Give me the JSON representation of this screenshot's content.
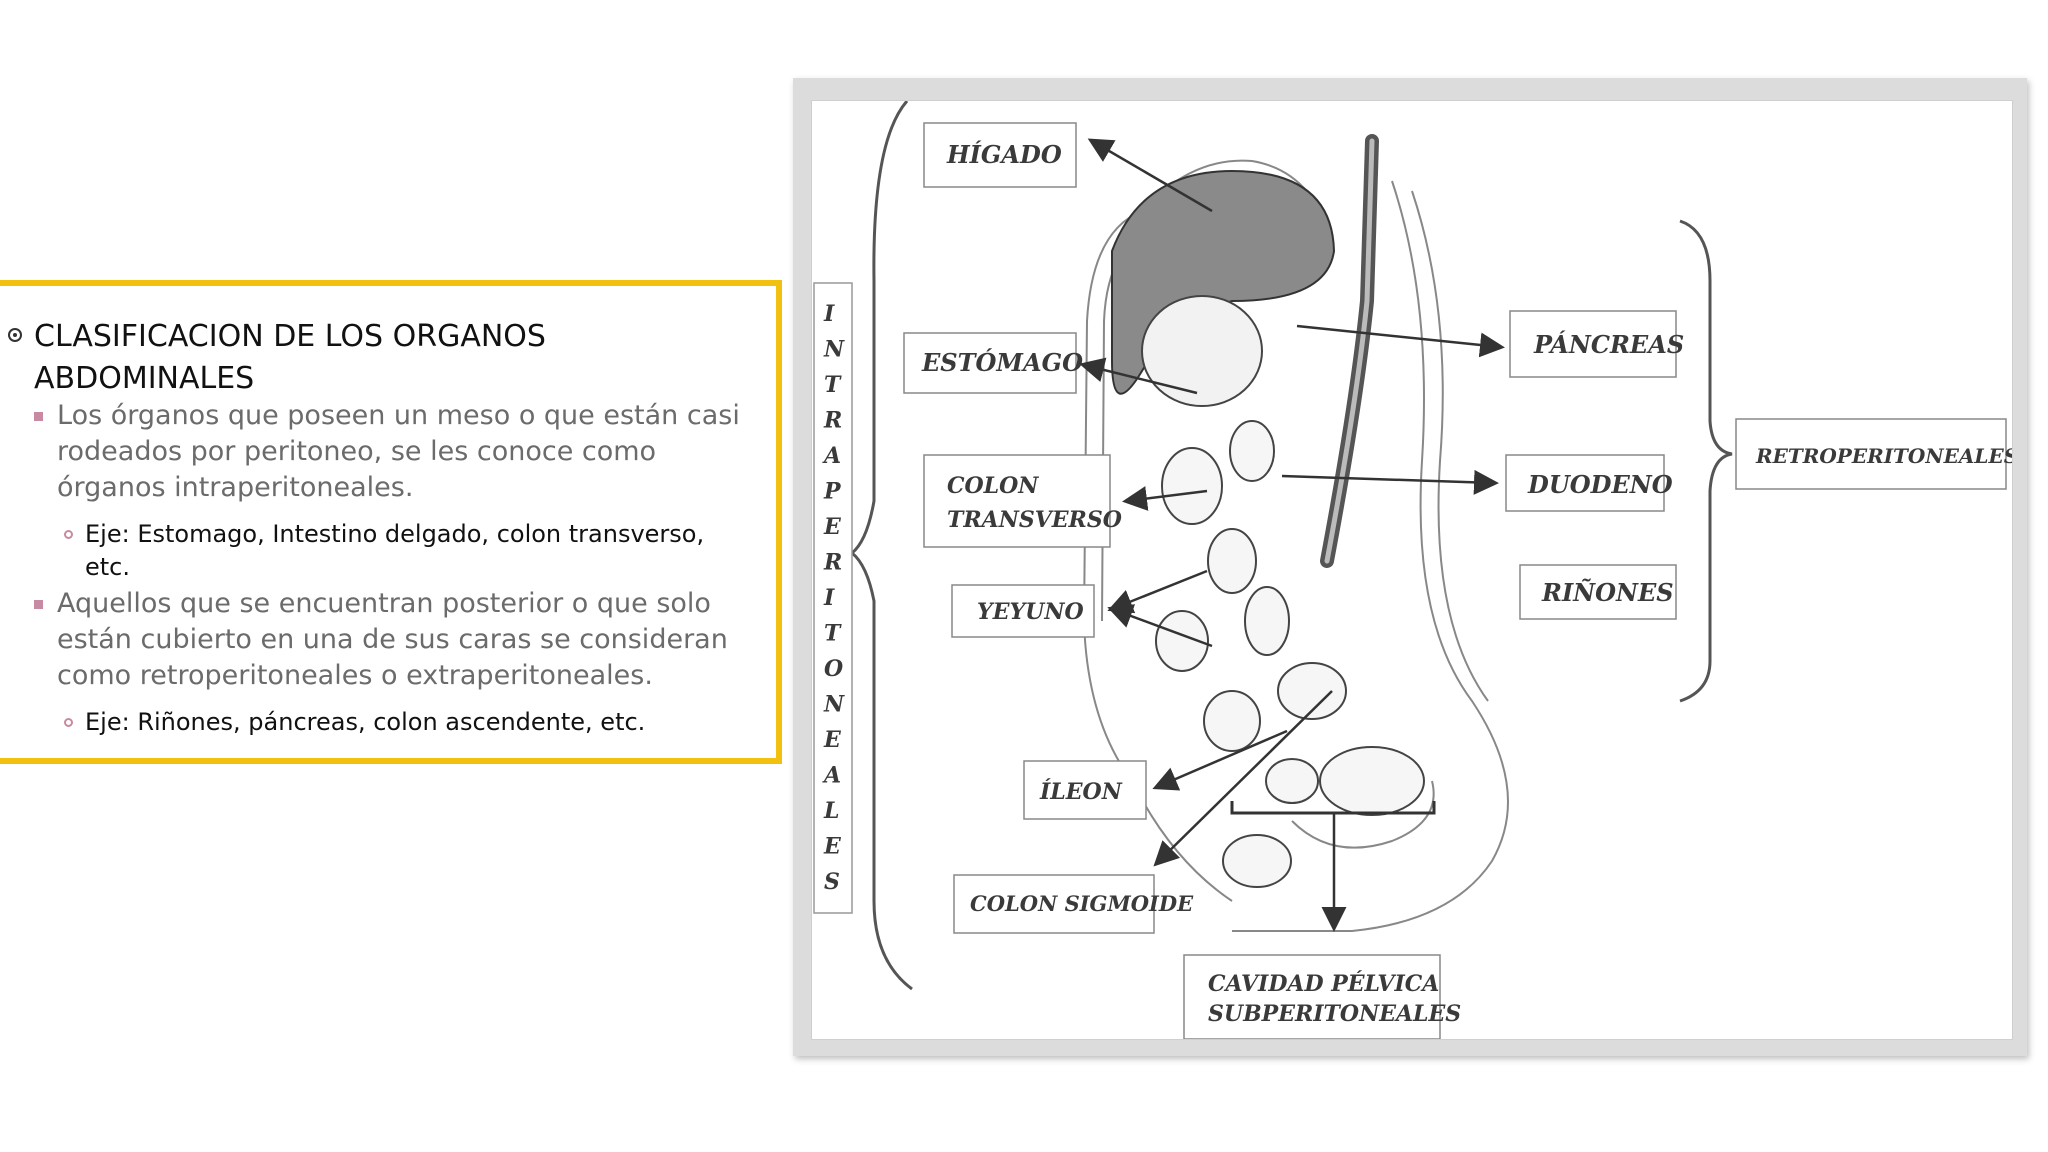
{
  "slide": {
    "heading": "CLASIFICACION DE LOS ORGANOS ABDOMINALES",
    "points": [
      {
        "text": "Los órganos que poseen un meso o que están casi rodeados por peritoneo, se les conoce como órganos intraperitoneales.",
        "sub": "Eje: Estomago, Intestino delgado, colon transverso, etc."
      },
      {
        "text": "Aquellos que se encuentran posterior o que solo están cubierto en una de sus caras se consideran como retroperitoneales o extraperitoneales.",
        "sub": "Eje: Riñones, páncreas, colon ascendente, etc."
      }
    ]
  },
  "diagram": {
    "left_labels": {
      "higado": "HÍGADO",
      "estomago": "ESTÓMAGO",
      "colon_transverso_1": "COLON",
      "colon_transverso_2": "TRANSVERSO",
      "yeyuno": "YEYUNO",
      "ileon": "ÍLEON",
      "colon_sigmoide": "COLON SIGMOIDE"
    },
    "right_labels": {
      "pancreas": "PÁNCREAS",
      "duodeno": "DUODENO",
      "rinones": "RIÑONES",
      "retroperitoneales": "RETROPERITONEALES"
    },
    "bottom_label_1": "CAVIDAD PÉLVICA",
    "bottom_label_2": "SUBPERITONEALES",
    "vertical_letters": [
      "I",
      "N",
      "T",
      "R",
      "A",
      "P",
      "E",
      "R",
      "I",
      "T",
      "O",
      "N",
      "E",
      "A",
      "L",
      "E",
      "S"
    ],
    "colors": {
      "accent_border": "#f2c110",
      "bullet": "#c78aa2"
    }
  }
}
